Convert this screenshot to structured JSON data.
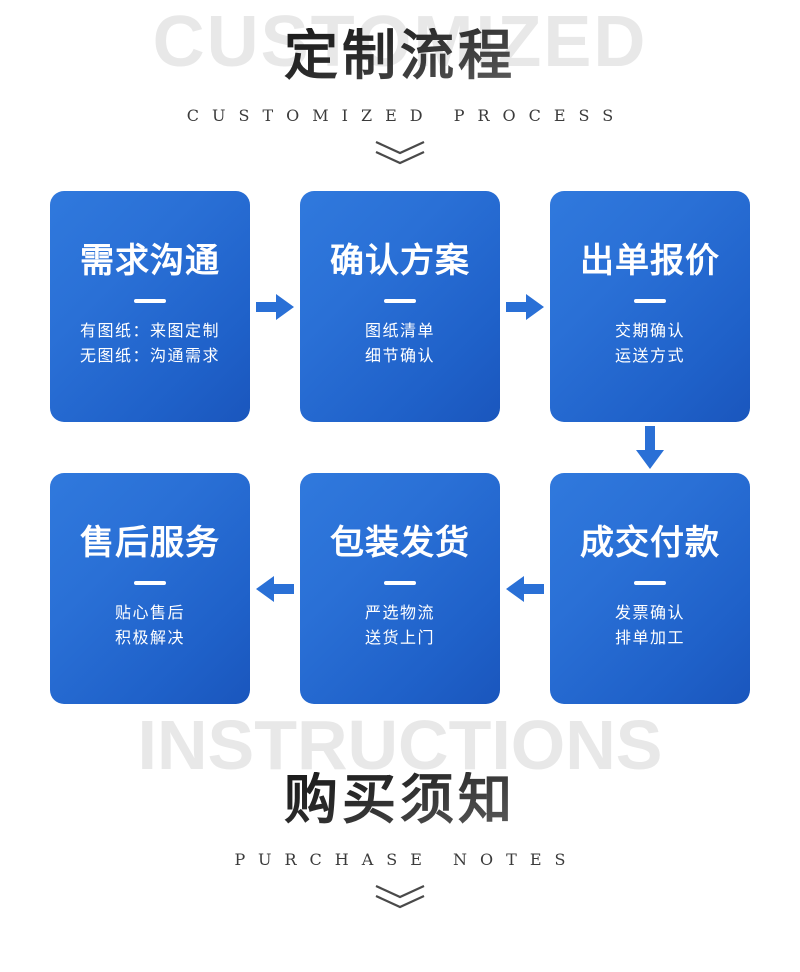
{
  "page": {
    "background_color": "#ffffff",
    "accent_color": "#2a70d6",
    "ghost_text_color": "#e8e8e8"
  },
  "sections": {
    "top": {
      "ghost_word": "CUSTOMIZED",
      "title_cn": "定制流程",
      "subtitle_en": "CUSTOMIZED PROCESS",
      "chevron_icon": "double-chevron-down-icon"
    },
    "bottom": {
      "ghost_word": "INSTRUCTIONS",
      "title_cn": "购买须知",
      "subtitle_en": "PURCHASE NOTES",
      "chevron_icon": "double-chevron-down-icon"
    }
  },
  "flow": {
    "row1": [
      {
        "title": "需求沟通",
        "lines": [
          "有图纸：来图定制",
          "无图纸：沟通需求"
        ]
      },
      {
        "title": "确认方案",
        "lines": [
          "图纸清单",
          "细节确认"
        ]
      },
      {
        "title": "出单报价",
        "lines": [
          "交期确认",
          "运送方式"
        ]
      }
    ],
    "row2": [
      {
        "title": "售后服务",
        "lines": [
          "贴心售后",
          "积极解决"
        ]
      },
      {
        "title": "包装发货",
        "lines": [
          "严选物流",
          "送货上门"
        ]
      },
      {
        "title": "成交付款",
        "lines": [
          "发票确认",
          "排单加工"
        ]
      }
    ],
    "arrows": {
      "row1_arrow1": "arrow-right-icon",
      "row1_arrow2": "arrow-right-icon",
      "connector": "arrow-down-icon",
      "row2_arrow1": "arrow-left-icon",
      "row2_arrow2": "arrow-left-icon"
    }
  }
}
